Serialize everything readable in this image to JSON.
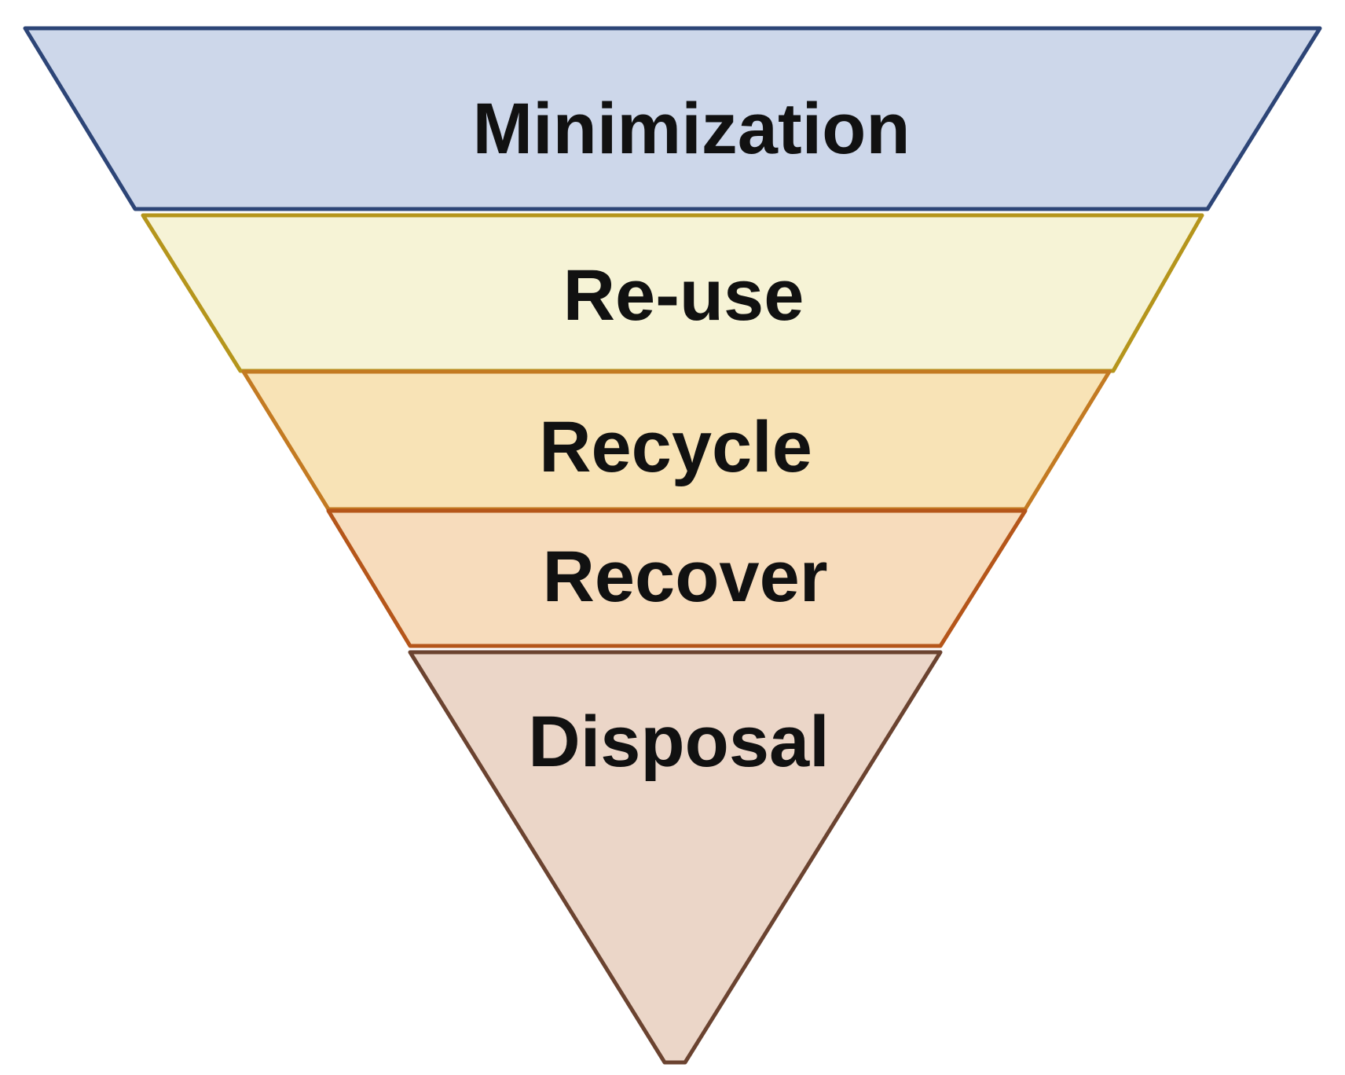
{
  "diagram": {
    "tiers": [
      {
        "label": "Minimization",
        "fill": "#cdd7ea",
        "stroke": "#2d4577"
      },
      {
        "label": "Re-use",
        "fill": "#f6f3d6",
        "stroke": "#b5951c"
      },
      {
        "label": "Recycle",
        "fill": "#f8e3b6",
        "stroke": "#c37a22"
      },
      {
        "label": "Recover",
        "fill": "#f7dcbc",
        "stroke": "#b5561a"
      },
      {
        "label": "Disposal",
        "fill": "#ebd6c8",
        "stroke": "#6b4330"
      }
    ]
  }
}
